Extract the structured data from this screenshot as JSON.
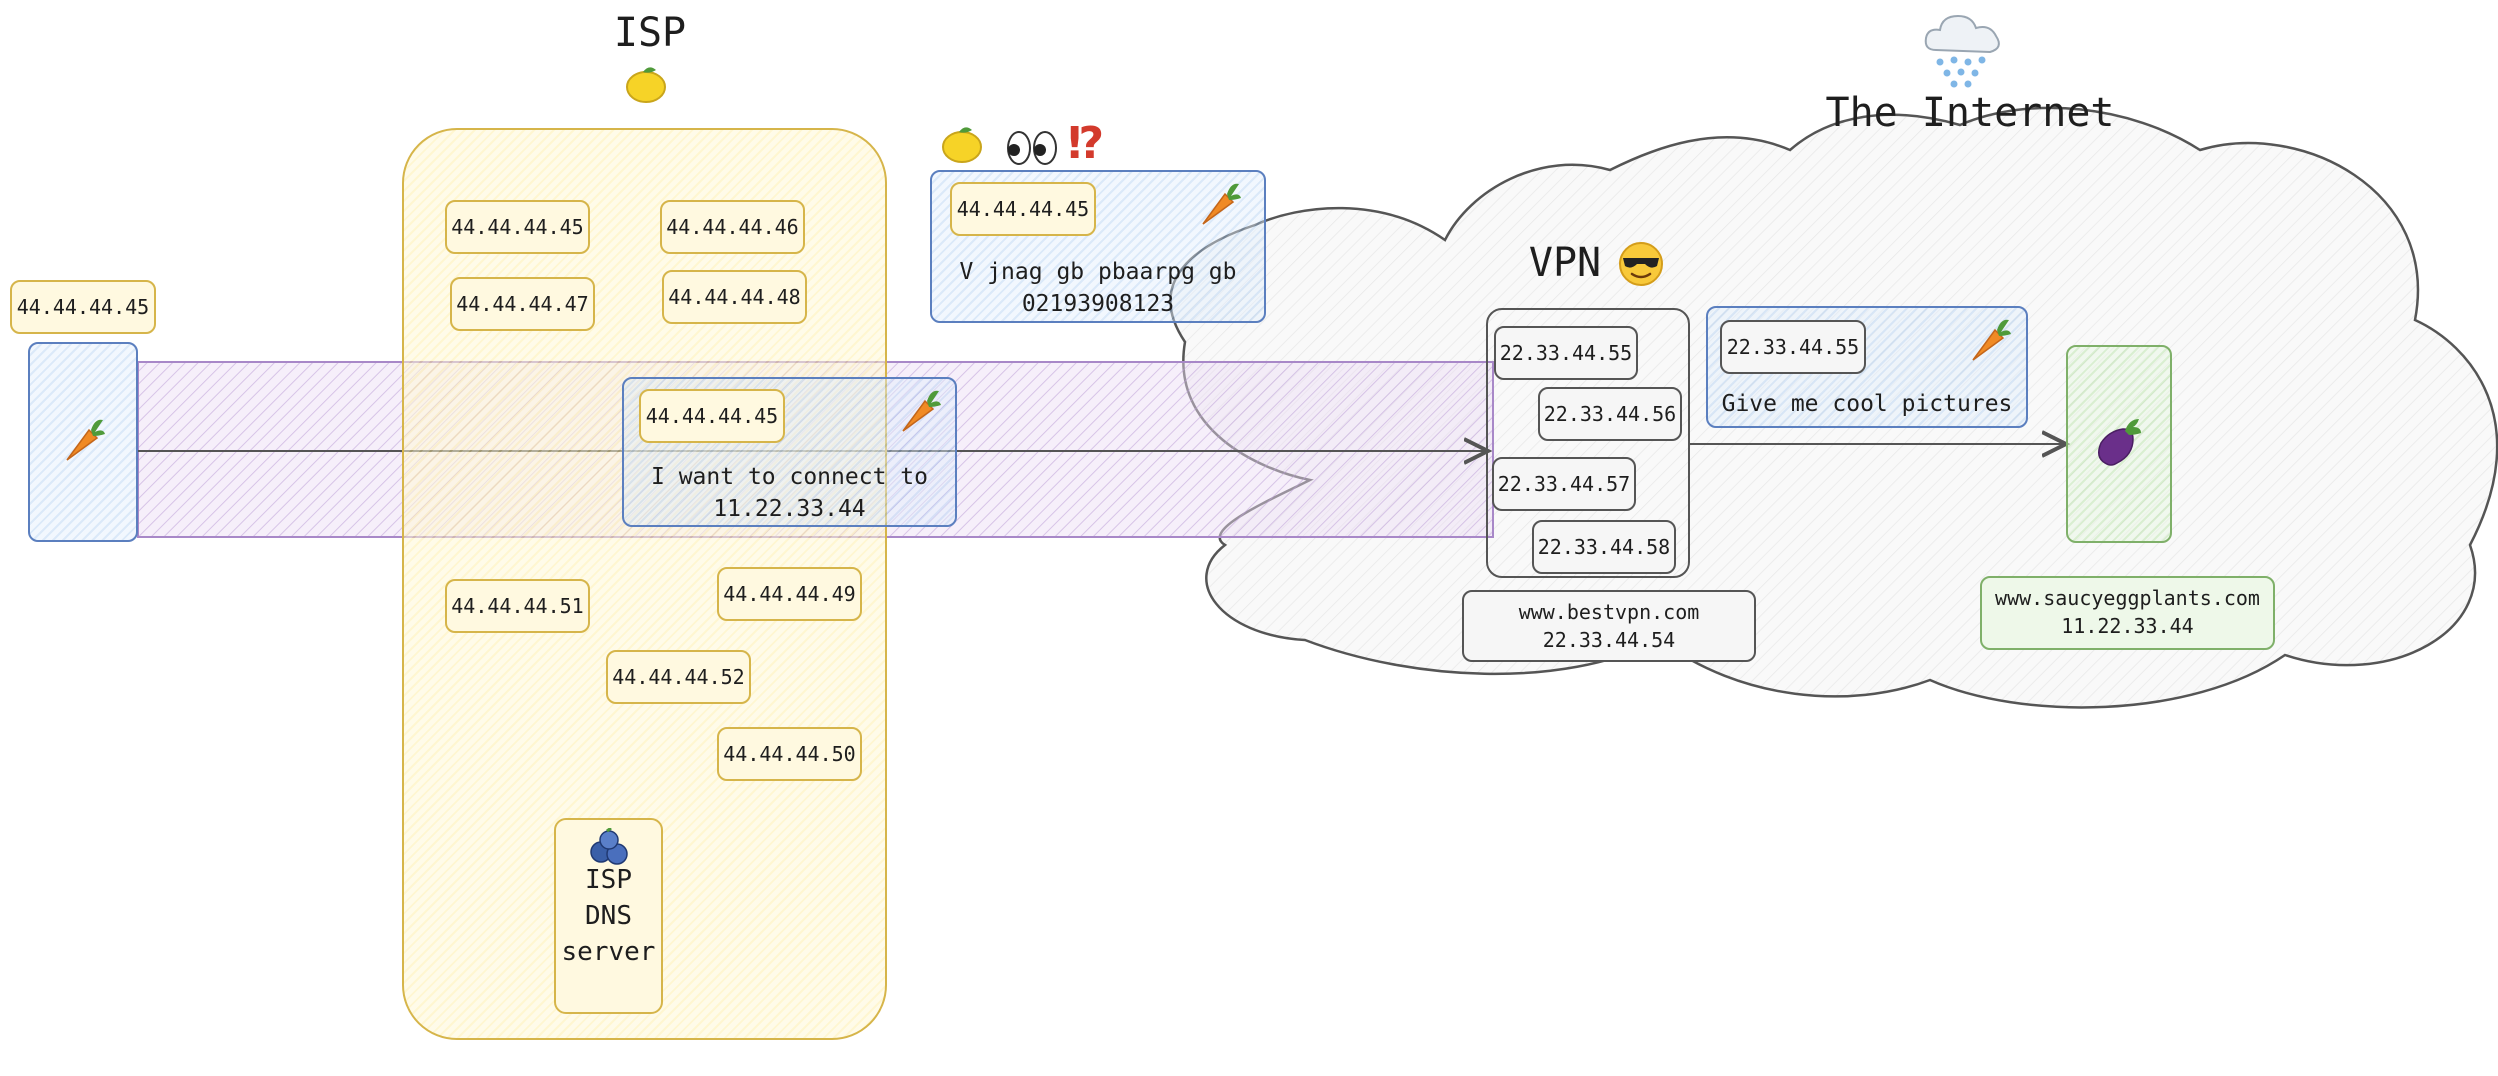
{
  "isp": {
    "title": "ISP",
    "icon": "lemon-icon",
    "addresses": [
      "44.44.44.45",
      "44.44.44.46",
      "44.44.44.47",
      "44.44.44.48",
      "44.44.44.51",
      "44.44.44.49",
      "44.44.44.52",
      "44.44.44.50"
    ],
    "dns_label": "ISP\nDNS\nserver",
    "dns_icon": "blueberries-icon"
  },
  "client": {
    "ip": "44.44.44.45",
    "icon": "carrot-icon"
  },
  "tunnel_packet": {
    "ip": "44.44.44.45",
    "icon": "carrot-icon",
    "text": "I want to connect to\n11.22.33.44"
  },
  "snoop": {
    "icons": [
      "lemon-icon",
      "eyes-icon",
      "exclamation-question-icon"
    ],
    "glyphs": "⁉",
    "ip": "44.44.44.45",
    "icon": "carrot-icon",
    "text": "V jnag gb pbaarpg gb\n02193908123"
  },
  "internet": {
    "title": "The Internet",
    "icon": "snow-cloud-icon"
  },
  "vpn": {
    "title": "VPN",
    "icon": "sunglasses-face-icon",
    "addresses": [
      "22.33.44.55",
      "22.33.44.56",
      "22.33.44.57",
      "22.33.44.58"
    ],
    "server_label": "www.bestvpn.com\n22.33.44.54"
  },
  "outbound_packet": {
    "ip": "22.33.44.55",
    "icon": "carrot-icon",
    "text": "Give me cool pictures"
  },
  "destination": {
    "icon": "eggplant-icon",
    "label": "www.saucyeggplants.com\n11.22.33.44"
  },
  "colors": {
    "isp": "#d6b54a",
    "client": "#5b7fbf",
    "tunnel": "#a888c8",
    "destination": "#7fb069",
    "vpn": "#555555"
  }
}
